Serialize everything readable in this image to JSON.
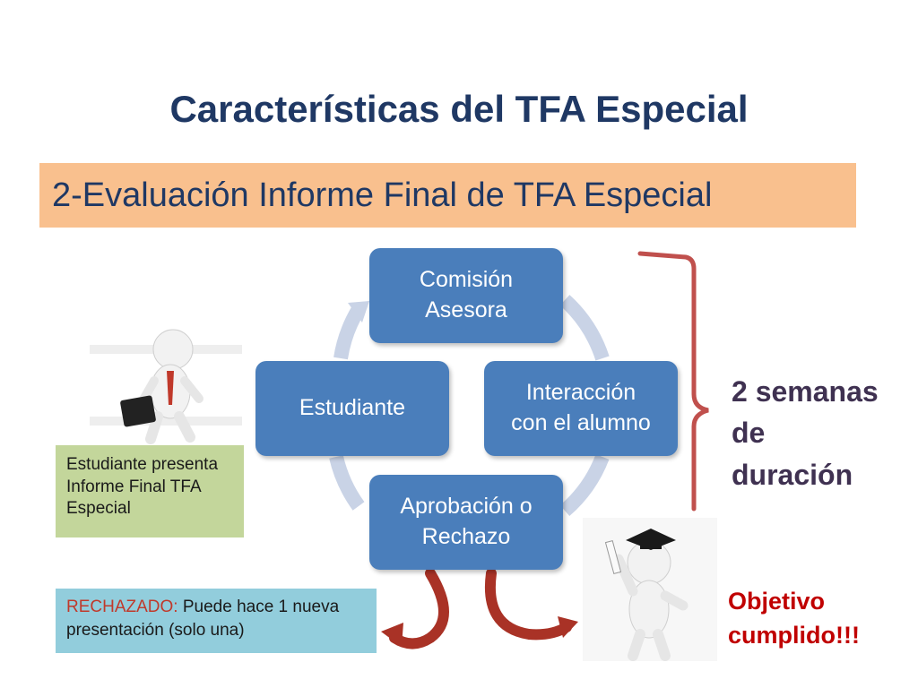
{
  "title": "Características del TFA Especial",
  "subtitle": "2-Evaluación Informe Final de TFA Especial",
  "cycle": {
    "nodes": [
      {
        "label": "Comisión\nAsesora"
      },
      {
        "label": "Interacción\ncon el alumno"
      },
      {
        "label": "Aprobación o\nRechazo"
      },
      {
        "label": "Estudiante"
      }
    ]
  },
  "student_note": "Estudiante presenta Informe Final TFA Especial",
  "rejected": {
    "label": "RECHAZADO:",
    "text": " Puede hace 1 nueva presentación (solo una)"
  },
  "duration": "2 semanas\nde\nduración",
  "goal": "Objetivo\ncumplido!!!",
  "icons": {
    "student_figure": "person-with-briefcase-icon",
    "graduate_figure": "graduate-with-diploma-icon"
  },
  "colors": {
    "title": "#1f3864",
    "subtitle_bar": "#f9c08e",
    "node": "#4a7ebb",
    "student_box": "#c3d69b",
    "reject_box": "#92cddc",
    "goal_text": "#c00000",
    "bracket": "#c0504d"
  }
}
